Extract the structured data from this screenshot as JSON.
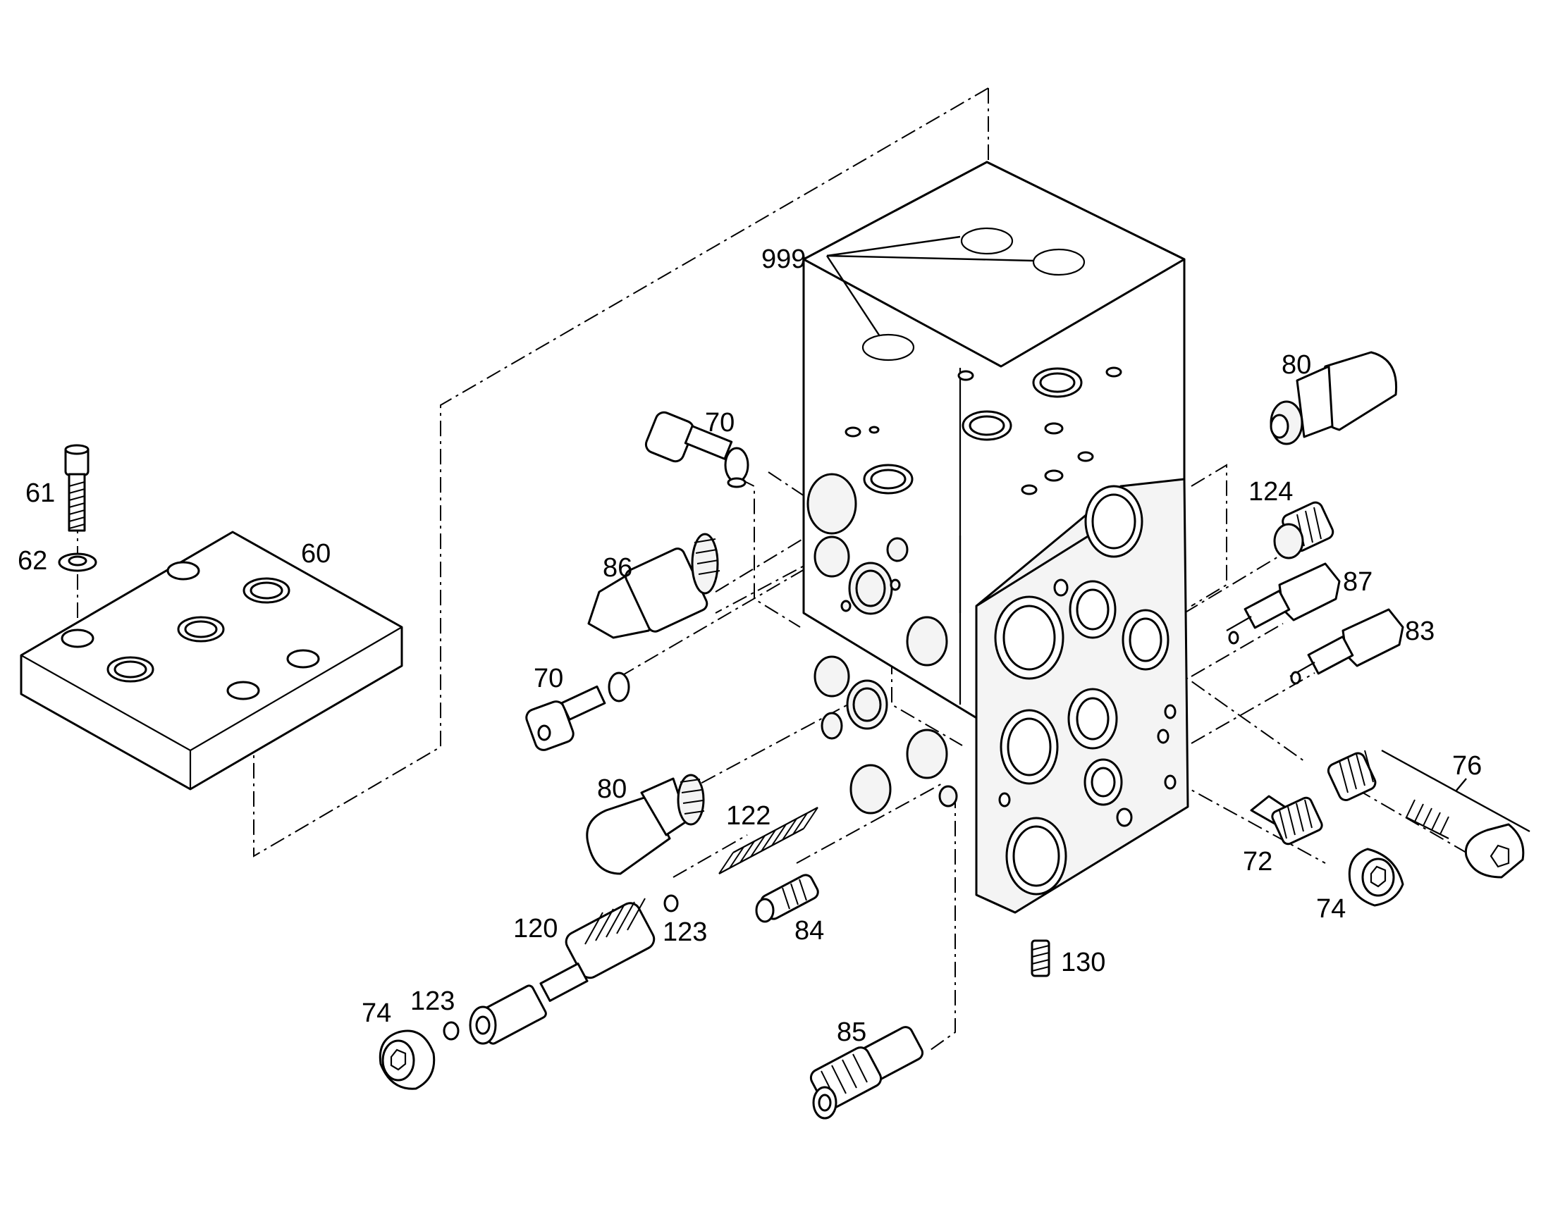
{
  "labels": {
    "p999": "999",
    "p70a": "70",
    "p80a": "80",
    "p61": "61",
    "p62": "62",
    "p60": "60",
    "p86": "86",
    "p124": "124",
    "p87": "87",
    "p83": "83",
    "p70b": "70",
    "p80b": "80",
    "p122": "122",
    "p76": "76",
    "p72": "72",
    "p74a": "74",
    "p120": "120",
    "p123a": "123",
    "p84": "84",
    "p130": "130",
    "p74b": "74",
    "p123b": "123",
    "p85": "85"
  }
}
